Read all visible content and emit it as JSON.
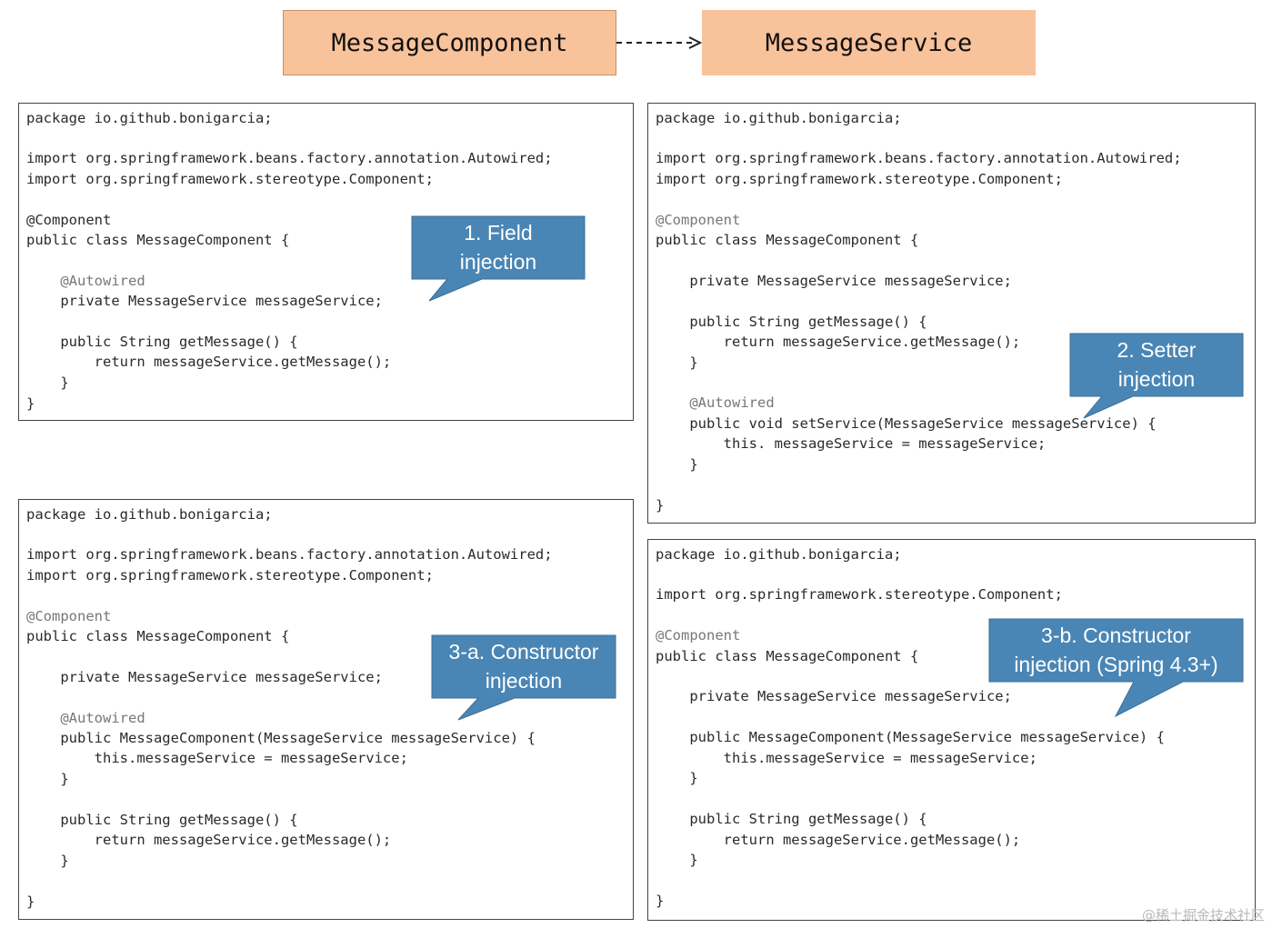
{
  "header": {
    "component_label": "MessageComponent",
    "service_label": "MessageService"
  },
  "panels": {
    "field": {
      "lines": [
        {
          "text": "package io.github.bonigarcia;",
          "annotation": false
        },
        {
          "text": "import org.springframework.beans.factory.annotation.Autowired;",
          "annotation": false
        },
        {
          "text": "import org.springframework.stereotype.Component;",
          "annotation": false
        },
        {
          "text": "@Component",
          "annotation": false
        },
        {
          "text": "public class MessageComponent {",
          "annotation": false
        },
        {
          "text": "    @Autowired",
          "annotation": true
        },
        {
          "text": "    private MessageService messageService;",
          "annotation": false
        },
        {
          "text": "    public String getMessage() {",
          "annotation": false
        },
        {
          "text": "        return messageService.getMessage();",
          "annotation": false
        },
        {
          "text": "    }",
          "annotation": false
        },
        {
          "text": "}",
          "annotation": false
        }
      ],
      "callout": "1. Field\ninjection"
    },
    "setter": {
      "lines": [
        {
          "text": "package io.github.bonigarcia;",
          "annotation": false
        },
        {
          "text": "import org.springframework.beans.factory.annotation.Autowired;",
          "annotation": false
        },
        {
          "text": "import org.springframework.stereotype.Component;",
          "annotation": false
        },
        {
          "text": "@Component",
          "annotation": true
        },
        {
          "text": "public class MessageComponent {",
          "annotation": false
        },
        {
          "text": "    private MessageService messageService;",
          "annotation": false
        },
        {
          "text": "    public String getMessage() {",
          "annotation": false
        },
        {
          "text": "        return messageService.getMessage();",
          "annotation": false
        },
        {
          "text": "    }",
          "annotation": false
        },
        {
          "text": "    @Autowired",
          "annotation": true
        },
        {
          "text": "    public void setService(MessageService messageService) {",
          "annotation": false
        },
        {
          "text": "        this. messageService = messageService;",
          "annotation": false
        },
        {
          "text": "    }",
          "annotation": false
        },
        {
          "text": "}",
          "annotation": false
        }
      ],
      "callout": "2. Setter\ninjection"
    },
    "ctor_a": {
      "lines": [
        {
          "text": "package io.github.bonigarcia;",
          "annotation": false
        },
        {
          "text": "import org.springframework.beans.factory.annotation.Autowired;",
          "annotation": false
        },
        {
          "text": "import org.springframework.stereotype.Component;",
          "annotation": false
        },
        {
          "text": "@Component",
          "annotation": true
        },
        {
          "text": "public class MessageComponent {",
          "annotation": false
        },
        {
          "text": "    private MessageService messageService;",
          "annotation": false
        },
        {
          "text": "    @Autowired",
          "annotation": true
        },
        {
          "text": "    public MessageComponent(MessageService messageService) {",
          "annotation": false
        },
        {
          "text": "        this.messageService = messageService;",
          "annotation": false
        },
        {
          "text": "    }",
          "annotation": false
        },
        {
          "text": "    public String getMessage() {",
          "annotation": false
        },
        {
          "text": "        return messageService.getMessage();",
          "annotation": false
        },
        {
          "text": "    }",
          "annotation": false
        },
        {
          "text": "}",
          "annotation": false
        }
      ],
      "callout": "3-a. Constructor\ninjection"
    },
    "ctor_b": {
      "lines": [
        {
          "text": "package io.github.bonigarcia;",
          "annotation": false
        },
        {
          "text": "import org.springframework.stereotype.Component;",
          "annotation": false
        },
        {
          "text": "@Component",
          "annotation": true
        },
        {
          "text": "public class MessageComponent {",
          "annotation": false
        },
        {
          "text": "    private MessageService messageService;",
          "annotation": false
        },
        {
          "text": "    public MessageComponent(MessageService messageService) {",
          "annotation": false
        },
        {
          "text": "        this.messageService = messageService;",
          "annotation": false
        },
        {
          "text": "    }",
          "annotation": false
        },
        {
          "text": "    public String getMessage() {",
          "annotation": false
        },
        {
          "text": "        return messageService.getMessage();",
          "annotation": false
        },
        {
          "text": "    }",
          "annotation": false
        },
        {
          "text": "}",
          "annotation": false
        }
      ],
      "callout": "3-b. Constructor\ninjection (Spring 4.3+)"
    }
  },
  "watermark": "@稀土掘金技术社区",
  "colors": {
    "box_fill": "#f8c29b",
    "callout_fill": "#4a86b5",
    "annotation_text": "#777777"
  }
}
